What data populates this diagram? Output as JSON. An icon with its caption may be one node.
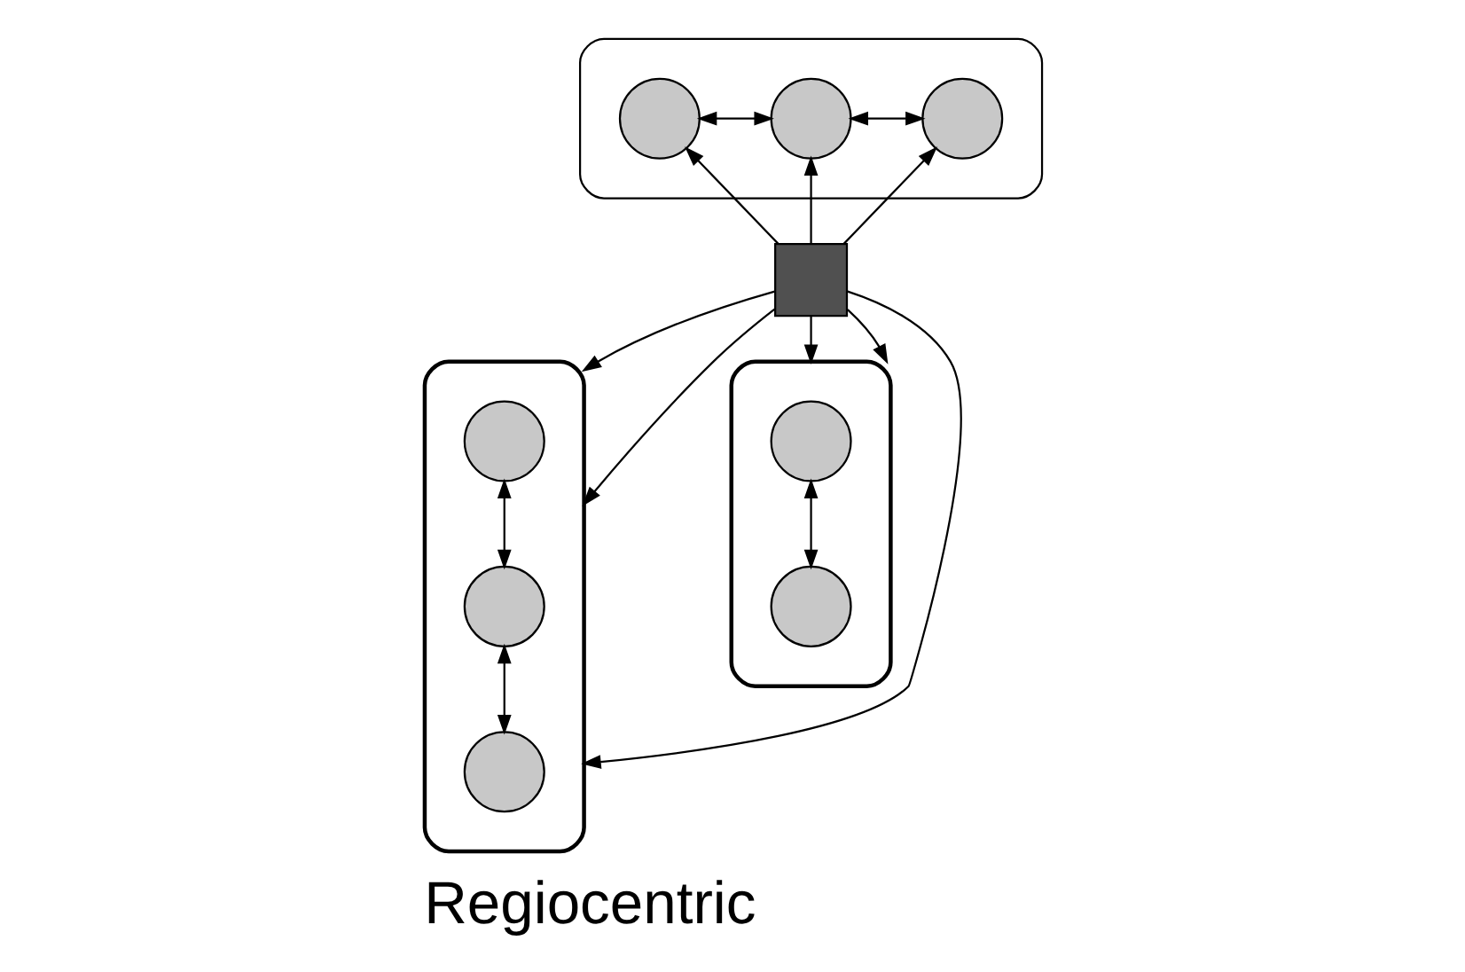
{
  "diagram": {
    "caption": "Regiocentric",
    "nodes": [
      {
        "text": [],
        "shape": "ellipse"
      },
      {
        "text": [],
        "shape": "circle",
        "in": 0
      },
      {
        "text": [],
        "shape": "circle",
        "in": 0
      },
      {
        "text": [],
        "shape": "circle",
        "in": 0
      },
      {
        "text": [],
        "shape": "leaf"
      },
      {
        "text": [],
        "shape": "circle",
        "in": 4
      },
      {
        "text": [],
        "shape": "circle",
        "in": 4
      },
      {
        "text": [],
        "shape": "circle",
        "in": 4
      },
      {
        "text": [],
        "shape": "box"
      },
      {
        "text": [],
        "shape": "leaf"
      },
      {
        "text": [],
        "shape": "circle",
        "in": 9
      },
      {
        "text": [],
        "shape": "circle",
        "in": 9
      }
    ],
    "edges": [
      {
        "from": 1,
        "to": 2,
        "arrow": "both"
      },
      {
        "from": 2,
        "to": 3,
        "arrow": "both"
      },
      {
        "from": 5,
        "to": 6,
        "arrow": "both"
      },
      {
        "from": 6,
        "to": 7,
        "arrow": "both"
      },
      {
        "from": 10,
        "to": 11,
        "arrow": "both"
      },
      {
        "from": 8,
        "to": 0,
        "arrow": "to"
      },
      {
        "from": 8,
        "to": 0,
        "arrow": "to"
      },
      {
        "from": 8,
        "to": 0,
        "arrow": "to"
      },
      {
        "from": 8,
        "to": 4,
        "arrow": "to"
      },
      {
        "from": 8,
        "to": 4,
        "arrow": "to"
      },
      {
        "from": 8,
        "to": 4,
        "arrow": "to"
      },
      {
        "from": 8,
        "to": 9,
        "arrow": "to"
      },
      {
        "from": 8,
        "to": 9,
        "arrow": "to"
      }
    ]
  }
}
